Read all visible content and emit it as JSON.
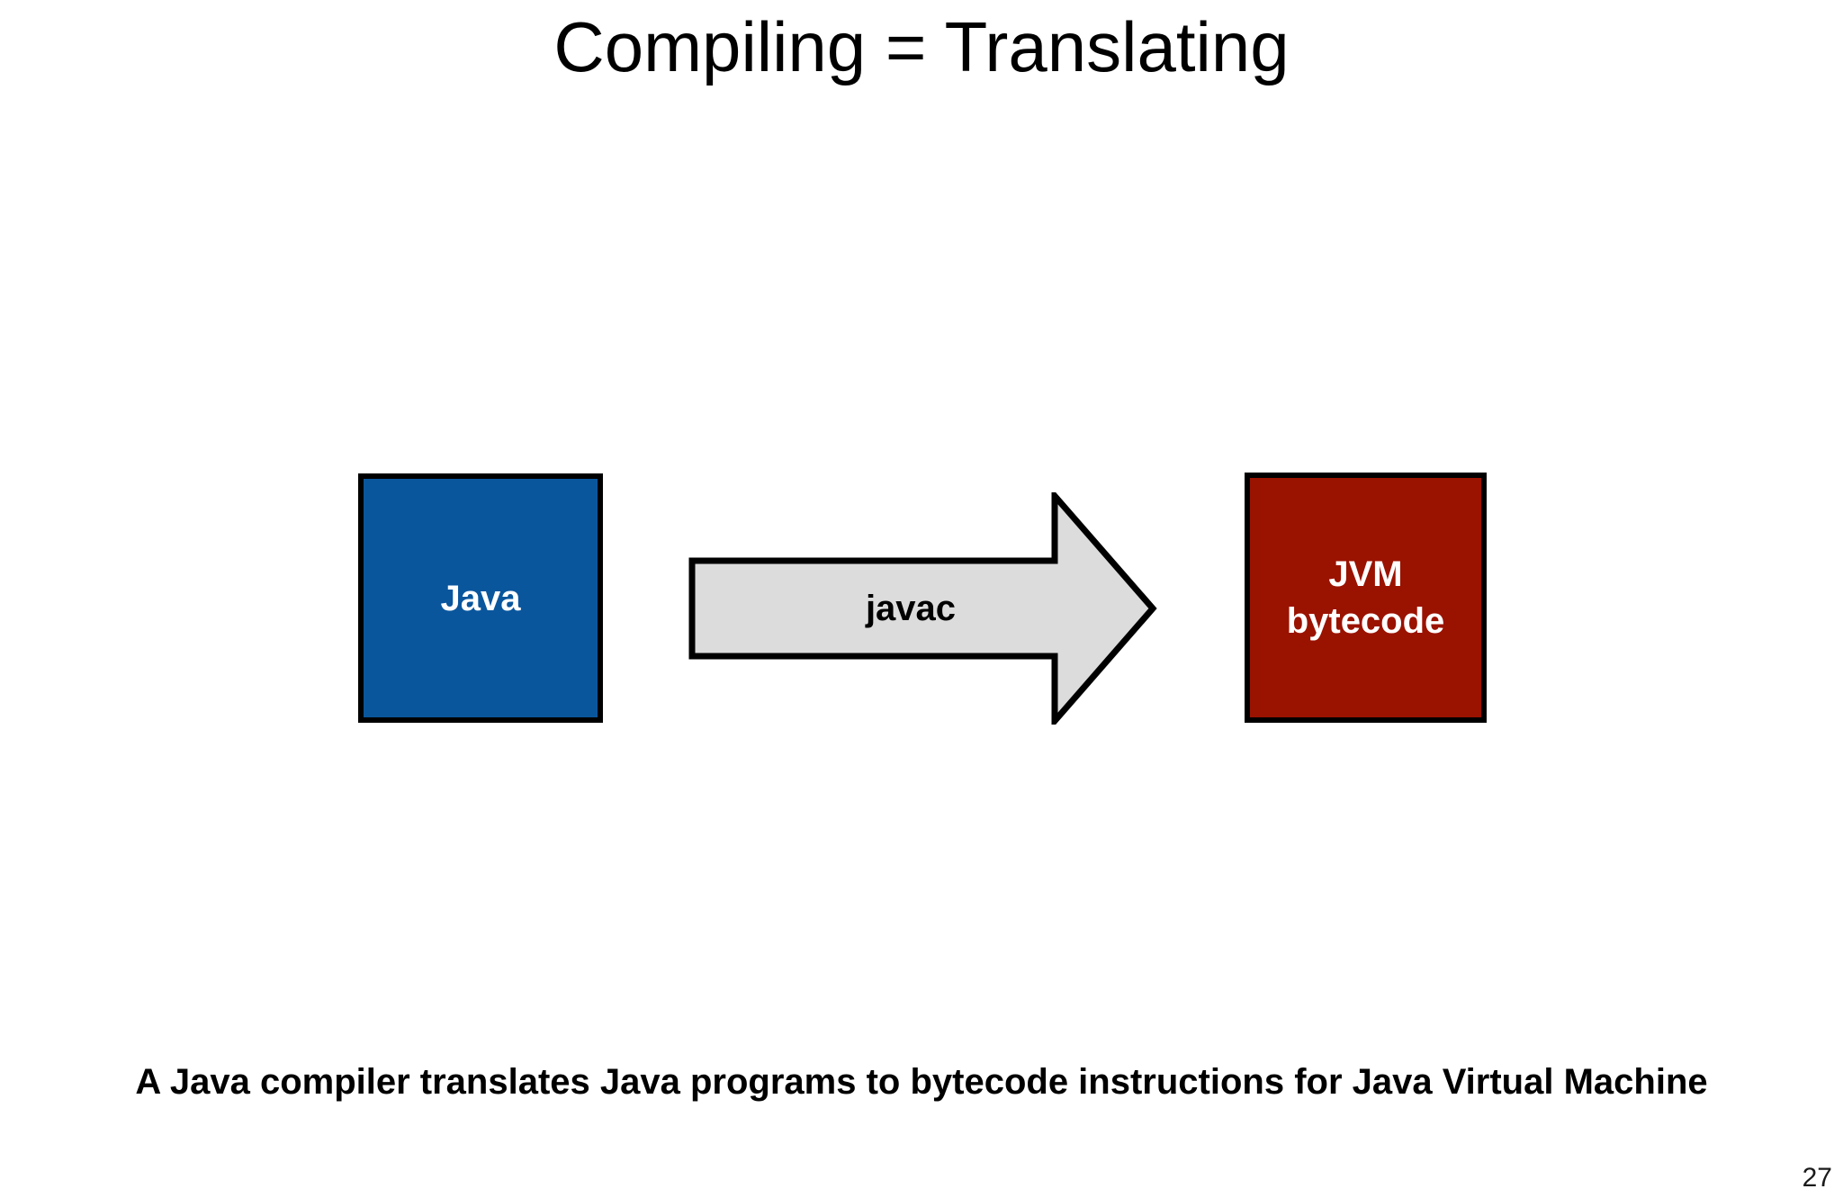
{
  "slide": {
    "title": "Compiling = Translating",
    "caption": "A Java compiler translates Java programs to bytecode instructions for Java Virtual Machine",
    "page_number": "27"
  },
  "diagram": {
    "source_box": {
      "label": "Java",
      "fill": "#0a569d",
      "text_color": "#ffffff"
    },
    "arrow": {
      "label": "javac",
      "fill": "#dcdcdc",
      "stroke": "#000000"
    },
    "target_box": {
      "label_line1": "JVM",
      "label_line2": "bytecode",
      "fill": "#9a1200",
      "text_color": "#ffffff"
    }
  },
  "colors": {
    "background": "#ffffff",
    "text": "#000000",
    "box_border": "#000000"
  }
}
